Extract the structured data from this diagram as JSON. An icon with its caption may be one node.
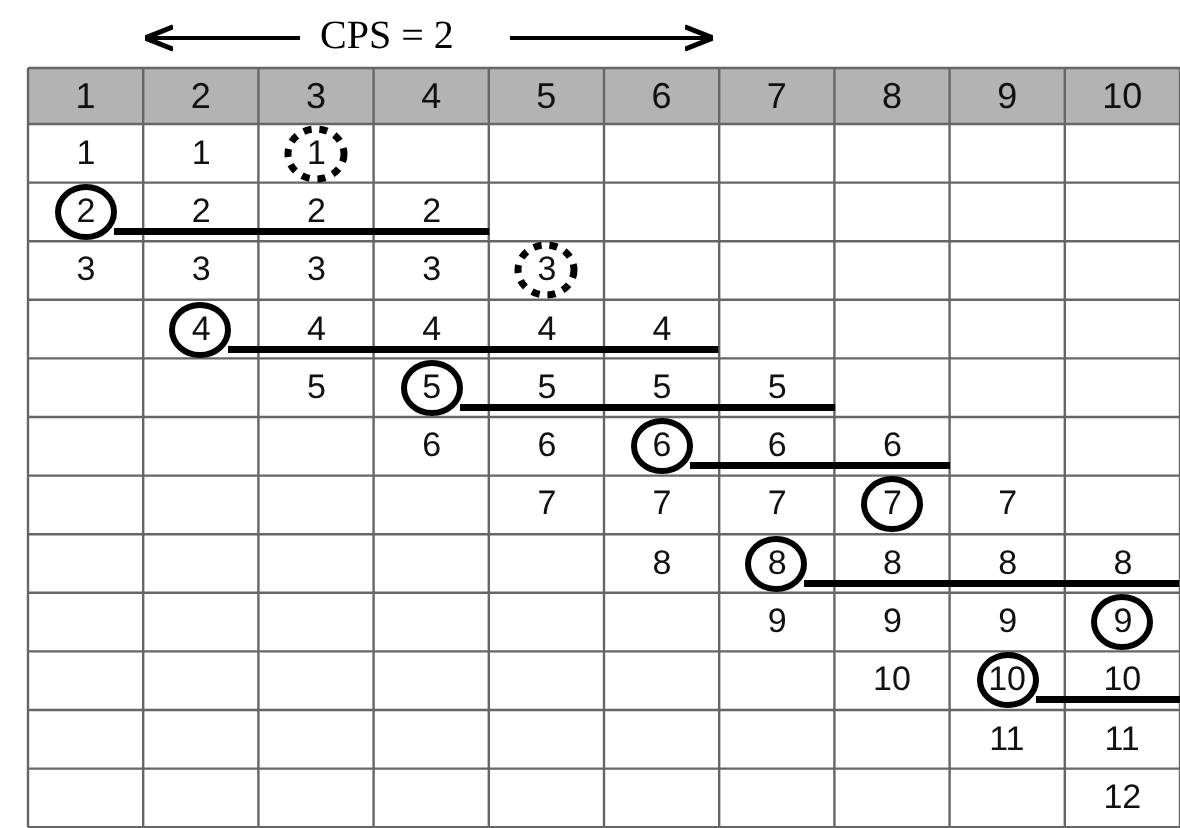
{
  "diagram": {
    "labels": [
      "CPS = 2",
      "1",
      "2",
      "3",
      "4",
      "5",
      "6",
      "7",
      "8",
      "9",
      "10",
      "1",
      "1",
      "1",
      "2",
      "2",
      "2",
      "2",
      "3",
      "3",
      "3",
      "3",
      "3",
      "4",
      "4",
      "4",
      "4",
      "4",
      "5",
      "5",
      "5",
      "5",
      "5",
      "6",
      "6",
      "6",
      "6",
      "6",
      "7",
      "7",
      "7",
      "7",
      "7",
      "8",
      "8",
      "8",
      "8",
      "8",
      "9",
      "9",
      "9",
      "9",
      "10",
      "10",
      "10",
      "11",
      "11",
      "12"
    ]
  }
}
